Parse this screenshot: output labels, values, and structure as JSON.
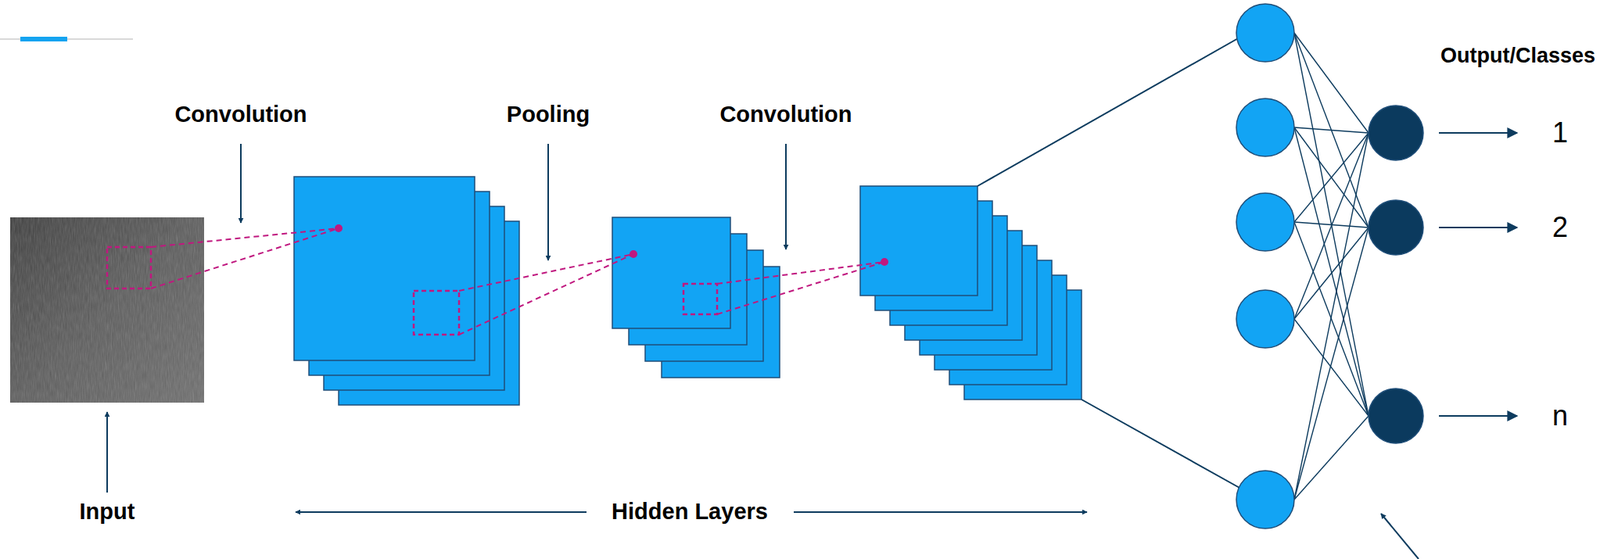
{
  "diagram": {
    "labels": [
      "Convolution",
      "Pooling",
      "Convolution",
      "Output/Classes",
      "1",
      "2",
      "n",
      "Input",
      "Hidden Layers"
    ]
  }
}
